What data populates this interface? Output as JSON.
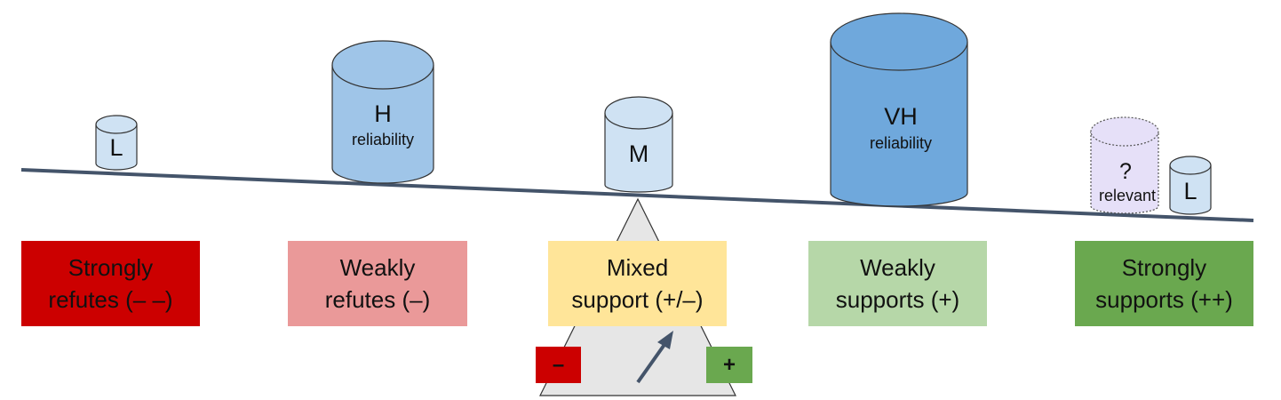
{
  "categories": [
    {
      "line1": "Strongly",
      "line2": "refutes (– –)",
      "color": "#cc0000"
    },
    {
      "line1": "Weakly",
      "line2": "refutes (–)",
      "color": "#ea9999"
    },
    {
      "line1": "Mixed",
      "line2": "support (+/–)",
      "color": "#ffe599"
    },
    {
      "line1": "Weakly",
      "line2": "supports (+)",
      "color": "#b6d7a8"
    },
    {
      "line1": "Strongly",
      "line2": "supports (++)",
      "color": "#6aa84f"
    }
  ],
  "weights": [
    {
      "label": "L",
      "sub": ""
    },
    {
      "label": "H",
      "sub": "reliability"
    },
    {
      "label": "M",
      "sub": ""
    },
    {
      "label": "VH",
      "sub": "reliability"
    },
    {
      "label": "?",
      "sub": "relevant"
    },
    {
      "label": "L",
      "sub": ""
    }
  ],
  "fulcrum": {
    "minus_label": "–",
    "plus_label": "+",
    "minus_color": "#cc0000",
    "plus_color": "#6aa84f"
  },
  "colors": {
    "beam": "#44546a",
    "cylinder_light": "#cfe2f3",
    "cylinder_mid": "#9fc5e8",
    "cylinder_dark": "#6fa8dc",
    "cylinder_unknown": "#e6e0f8",
    "fulcrum_fill": "#e6e6e6"
  }
}
